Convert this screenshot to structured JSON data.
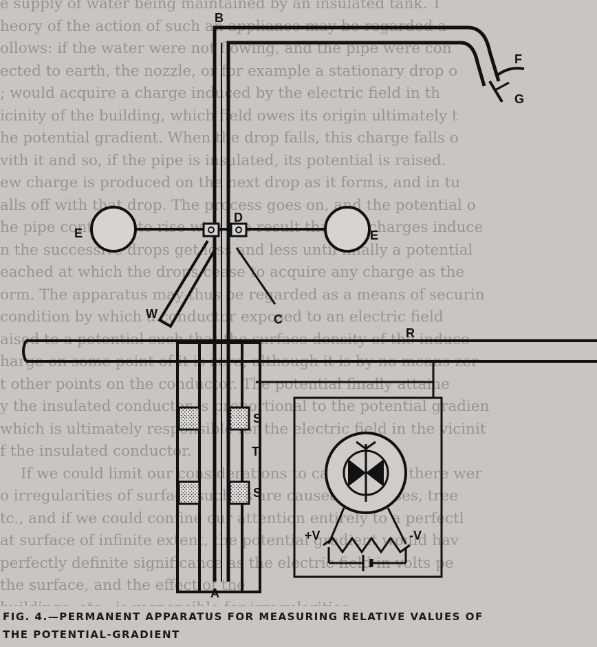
{
  "background_lines": [
    "e supply of water being maintained by an insulated tank. T",
    "heory of the action of such an appliance may be regarded a",
    "ollows: if the water were not flowing, and the pipe were con",
    "ected to earth, the nozzle, or for example a stationary drop o",
    "; would acquire a charge induced by the electric field in th",
    "icinity of the building, which field owes its origin ultimately t",
    "he potential gradient. When the drop falls, this charge falls o",
    "vith it and so, if the pipe is insulated, its potential is raised.",
    "ew charge is produced on the next drop as it forms, and in tu",
    "alls off with that drop. The process goes on, and the potential o",
    "he pipe continues to rise with the result that the charges induce",
    "n the successive drops get less and less until finally a potential",
    "eached at which the drops cease to acquire any charge as the",
    "orm. The apparatus may thus be regarded as a means of securin",
    "condition by which a conductor exposed to an electric field",
    "aised to a potential such that the surface density of the induce",
    "harge on some point of it is zero, although it is by no means zer",
    "t other points on the conductor. The potential finally attaine",
    "y the insulated conductor is proportional to the potential gradien",
    "which is ultimately responsible for the electric field in the vicinit",
    "f the insulated conductor.",
    "If we could limit our considerations to cases where there wer",
    "o irregularities of surface such as are caused by houses, tree",
    "tc., and if we could confine our attention entirely to a perfectl",
    "at surface of infinite extent, the potential gradient would hav",
    "perfectly definite significance as the electric field in volts pe",
    "the surface, and the effect of the",
    "buildings, etc., is responsible for irregularities"
  ],
  "labels": {
    "A": "A",
    "B": "B",
    "C": "C",
    "D": "D",
    "E_left": "E",
    "E_right": "E",
    "F": "F",
    "G": "G",
    "R": "R",
    "S_upper": "S",
    "S_lower": "S",
    "T": "T",
    "W": "W",
    "plus_v": "+V",
    "minus_v": "-V"
  },
  "caption": {
    "line1": "FIG. 4.—PERMANENT APPARATUS FOR MEASURING RELATIVE VALUES OF",
    "line2": "THE POTENTIAL-GRADIENT"
  }
}
